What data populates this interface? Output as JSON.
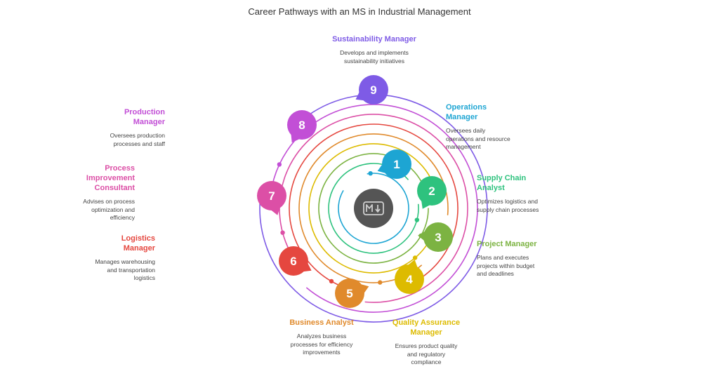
{
  "title": "Career Pathways with an MS in Industrial Management",
  "center_icon": "markdown-icon",
  "items": [
    {
      "number": "1",
      "title": "Operations\nManager",
      "description": "Oversees daily\noperations and resource\nmanagement",
      "color": "#1DA5D3"
    },
    {
      "number": "2",
      "title": "Supply Chain\nAnalyst",
      "description": "Optimizes logistics and\nsupply chain processes",
      "color": "#2EC27E"
    },
    {
      "number": "3",
      "title": "Project Manager",
      "description": "Plans and executes\nprojects within budget\nand deadlines",
      "color": "#7CB342"
    },
    {
      "number": "4",
      "title": "Quality Assurance\nManager",
      "description": "Ensures product quality\nand regulatory\ncompliance",
      "color": "#DDBB00"
    },
    {
      "number": "5",
      "title": "Business Analyst",
      "description": "Analyzes business\nprocesses for efficiency\nimprovements",
      "color": "#E08A2C"
    },
    {
      "number": "6",
      "title": "Logistics\nManager",
      "description": "Manages warehousing\nand transportation\nlogistics",
      "color": "#E5473F"
    },
    {
      "number": "7",
      "title": "Process\nImprovement\nConsultant",
      "description": "Advises on process\noptimization and\nefficiency",
      "color": "#DC4FA6"
    },
    {
      "number": "8",
      "title": "Production\nManager",
      "description": "Oversees production\nprocesses and staff",
      "color": "#C24FD6"
    },
    {
      "number": "9",
      "title": "Sustainability Manager",
      "description": "Develops and implements\nsustainability initiatives",
      "color": "#7E5BE6"
    }
  ]
}
